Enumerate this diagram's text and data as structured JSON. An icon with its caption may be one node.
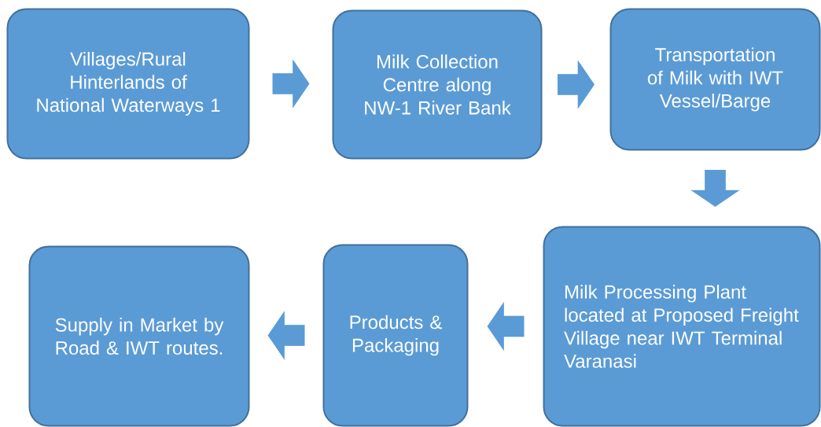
{
  "diagram": {
    "nodes": [
      {
        "text": [
          "Villages/Rural Hinterlands of National Waterways 1"
        ]
      },
      {
        "text": [
          "Milk Collection Centre along NW-1 River Bank"
        ]
      },
      {
        "text": [
          "Transportation of Milk with IWT Vessel/Barge"
        ]
      },
      {
        "text": [
          "Milk Processing Plant located at Proposed Freight Village near IWT Terminal Varanasi"
        ]
      },
      {
        "text": [
          "Products & Packaging"
        ]
      },
      {
        "text": [
          "Supply in Market by Road & IWT routes."
        ]
      }
    ],
    "edges": [
      {
        "from": 0,
        "to": 1,
        "arrow": "to"
      },
      {
        "from": 1,
        "to": 2,
        "arrow": "to"
      },
      {
        "from": 2,
        "to": 3,
        "arrow": "to"
      },
      {
        "from": 3,
        "to": 4,
        "arrow": "to"
      },
      {
        "from": 4,
        "to": 5,
        "arrow": "to"
      }
    ]
  }
}
